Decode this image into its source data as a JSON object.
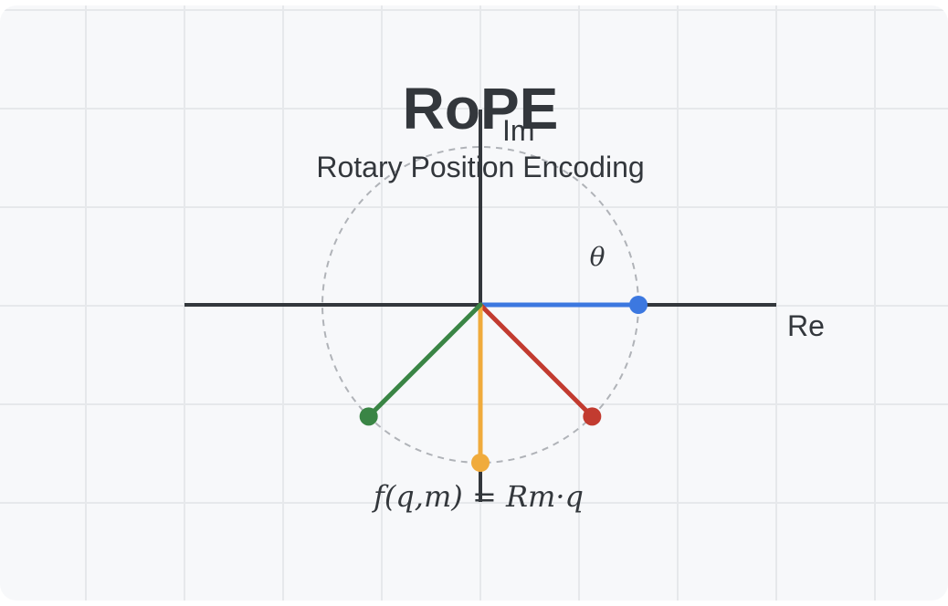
{
  "title": "RoPE",
  "subtitle": "Rotary Position Encoding",
  "axes": {
    "real_label": "Re",
    "imag_label": "Im"
  },
  "angle_label": "θ",
  "formula": "f(q,m) = Rm·q",
  "vectors": [
    {
      "angle_deg": 0,
      "color": "#3c78e0"
    },
    {
      "angle_deg": -45,
      "color": "#c23b30"
    },
    {
      "angle_deg": -90,
      "color": "#f0ab3c"
    },
    {
      "angle_deg": -135,
      "color": "#3a8545"
    }
  ],
  "colors": {
    "background": "#f7f8fa",
    "grid": "#e6e8eb",
    "axis": "#33373c",
    "circle": "#b0b3b8",
    "text": "#33373c"
  }
}
